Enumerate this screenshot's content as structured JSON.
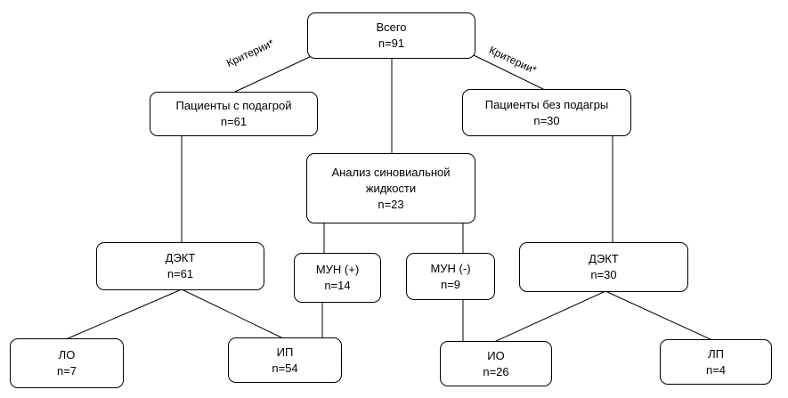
{
  "nodes": {
    "total": {
      "title": "Всего",
      "count": "n=91"
    },
    "gout": {
      "title": "Пациенты с подагрой",
      "count": "n=61"
    },
    "no_gout": {
      "title": "Пациенты без подагры",
      "count": "n=30"
    },
    "synovial": {
      "title": "Анализ синовиальной жидкости",
      "count": "n=23"
    },
    "dect_left": {
      "title": "ДЭКТ",
      "count": "n=61"
    },
    "mun_pos": {
      "title": "МУН (+)",
      "count": "n=14"
    },
    "mun_neg": {
      "title": "МУН (-)",
      "count": "n=9"
    },
    "dect_right": {
      "title": "ДЭКТ",
      "count": "n=30"
    },
    "lo": {
      "title": "ЛО",
      "count": "n=7"
    },
    "ip": {
      "title": "ИП",
      "count": "n=54"
    },
    "io": {
      "title": "ИО",
      "count": "n=26"
    },
    "lp": {
      "title": "ЛП",
      "count": "n=4"
    }
  },
  "edge_labels": {
    "left": "Критерии*",
    "right": "Критерии*"
  }
}
